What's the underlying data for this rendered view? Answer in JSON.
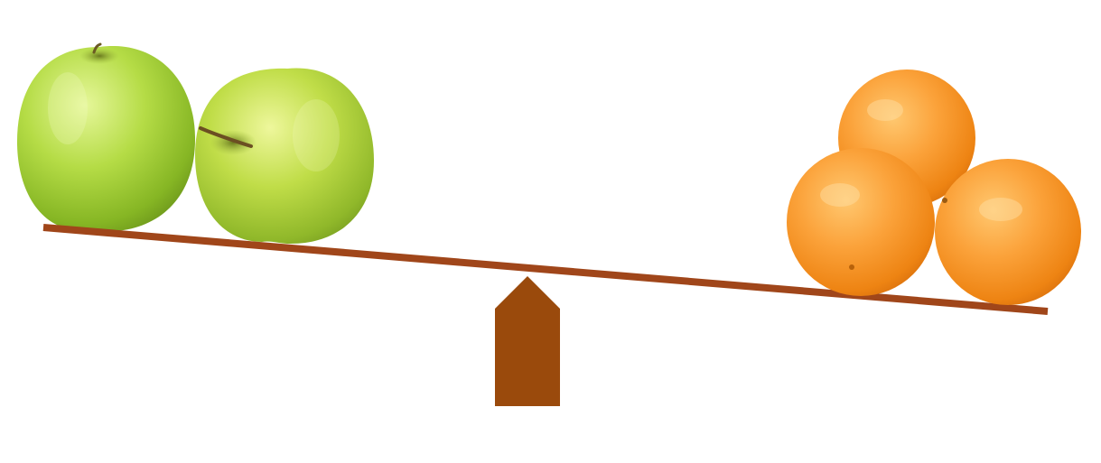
{
  "scene": {
    "left_side": {
      "fruit": "apple",
      "count": 2,
      "color": "#9acd32"
    },
    "right_side": {
      "fruit": "orange",
      "count": 3,
      "color": "#f7941d"
    },
    "beam_color": "#a0461a",
    "fulcrum_color": "#9a4a0c",
    "balance_state": "tilted-toward-right",
    "background": "#ffffff"
  }
}
